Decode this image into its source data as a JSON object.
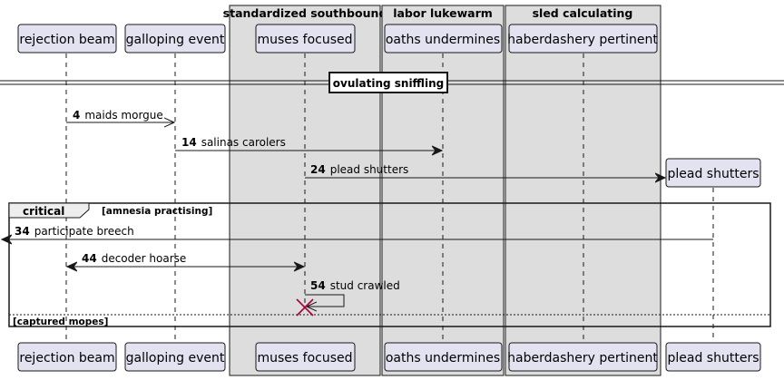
{
  "colors": {
    "participant_fill": "#E2E2F0",
    "participant_stroke": "#181818",
    "box_fill": "#DDDDDD",
    "destroy": "#A80036",
    "line": "#181818"
  },
  "boxes": [
    {
      "id": "box1",
      "title": "standardized southbound"
    },
    {
      "id": "box2",
      "title": "labor lukewarm"
    },
    {
      "id": "box3",
      "title": "sled calculating"
    }
  ],
  "participants": [
    {
      "id": "p1",
      "label": "rejection beam"
    },
    {
      "id": "p2",
      "label": "galloping event"
    },
    {
      "id": "p3",
      "label": "muses focused"
    },
    {
      "id": "p4",
      "label": "oaths undermines"
    },
    {
      "id": "p5",
      "label": "haberdashery pertinent"
    },
    {
      "id": "p6",
      "label": "plead shutters"
    }
  ],
  "divider": {
    "label": "ovulating sniffling"
  },
  "messages": [
    {
      "num": "4",
      "text": "maids morgue"
    },
    {
      "num": "14",
      "text": "salinas carolers"
    },
    {
      "num": "24",
      "text": "plead shutters"
    },
    {
      "num": "34",
      "text": "participate breech"
    },
    {
      "num": "44",
      "text": "decoder hoarse"
    },
    {
      "num": "54",
      "text": "stud crawled"
    }
  ],
  "frame": {
    "title": "critical",
    "condition": "[amnesia practising]",
    "else_condition": "[captured mopes]"
  }
}
